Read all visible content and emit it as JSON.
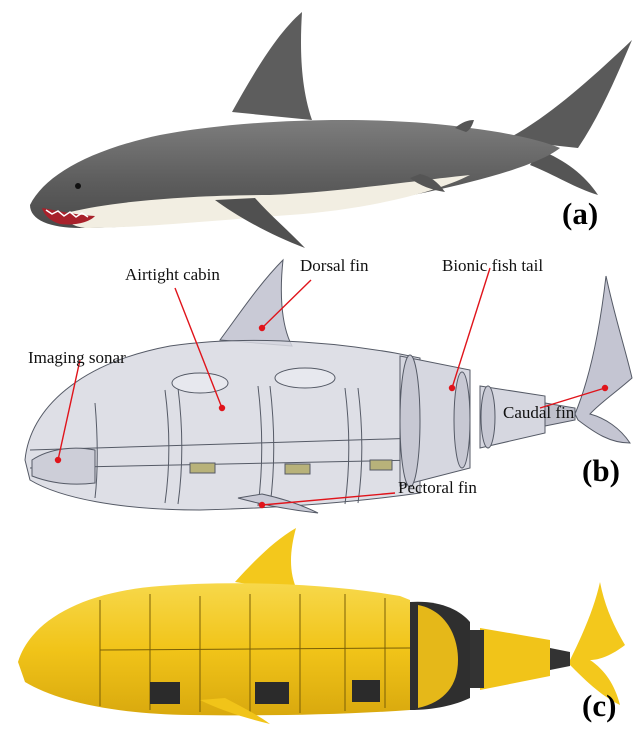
{
  "panels": {
    "a": {
      "letter": "(a)"
    },
    "b": {
      "letter": "(b)",
      "labels": {
        "dorsal_fin": "Dorsal fin",
        "bionic_fish_tail": "Bionic fish tail",
        "airtight_cabin": "Airtight cabin",
        "imaging_sonar": "Imaging sonar",
        "caudal_fin": "Caudal fin",
        "pectoral_fin": "Pectoral fin"
      }
    },
    "c": {
      "letter": "(c)"
    }
  },
  "colors": {
    "shark_gray": "#6b6b6b",
    "shark_belly": "#f3efe4",
    "robot_yellow": "#f3c81c",
    "wireframe": "#a8abb8",
    "callout_line": "#e0141b"
  }
}
